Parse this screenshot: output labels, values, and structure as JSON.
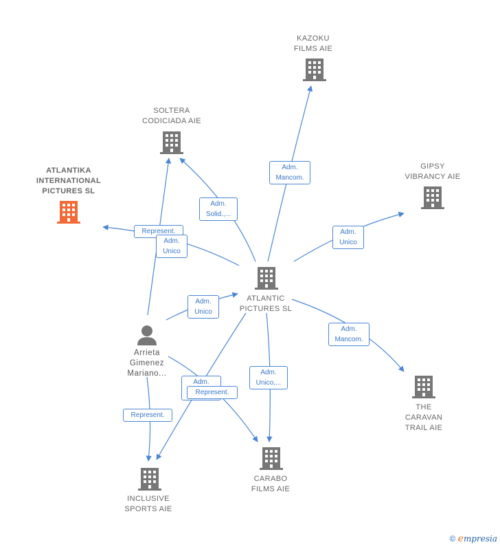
{
  "nodes": {
    "kazoku": {
      "label": "KAZOKU\nFILMS AIE"
    },
    "soltera": {
      "label": "SOLTERA\nCODICIADA AIE"
    },
    "atlantika": {
      "label": "ATLANTIKA\nINTERNATIONAL\nPICTURES  SL"
    },
    "gipsy": {
      "label": "GIPSY\nVIBRANCY AIE"
    },
    "atlantic": {
      "label": "ATLANTIC\nPICTURES  SL"
    },
    "arrieta": {
      "label": "Arrieta\nGimenez\nMariano..."
    },
    "caravan": {
      "label": "THE\nCARAVAN\nTRAIL AIE"
    },
    "carabo": {
      "label": "CARABO\nFILMS AIE"
    },
    "inclusive": {
      "label": "INCLUSIVE\nSPORTS AIE"
    }
  },
  "edges": {
    "kazoku": "Adm.\nMancom.",
    "soltera": "Adm.\nSolid.,...",
    "atlantika_rep": "Represent.",
    "atlantika_adm": "Adm.\nUnico",
    "gipsy": "Adm.\nUnico",
    "arrieta_atlantic": "Adm.\nUnico",
    "caravan": "Adm.\nMancom.",
    "carabo": "Adm.\nUnico,...",
    "inclusive_adm": "Adm.",
    "inclusive_rep": "Represent.",
    "arrieta_inclusive": "Represent."
  },
  "colors": {
    "edge": "#4a86d4",
    "building": "#777777",
    "focus_building": "#f26a35"
  },
  "icons": {
    "company": "building-icon",
    "person": "person-icon",
    "copyright": "copyright-icon"
  },
  "footer": {
    "copyright": "©",
    "brand_initial": "e",
    "brand_rest": "mpresia"
  }
}
